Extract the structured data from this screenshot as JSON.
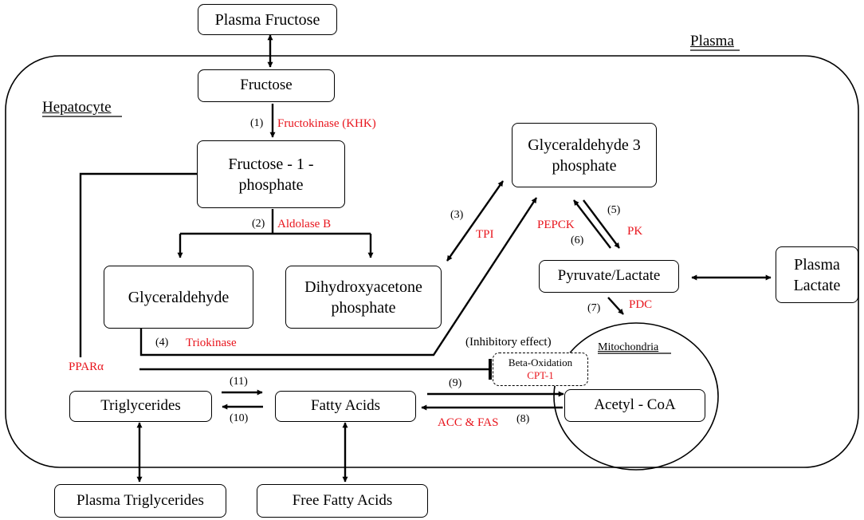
{
  "labels": {
    "plasma": "Plasma",
    "hepatocyte": "Hepatocyte",
    "mitochondria": "Mitochondria",
    "inhibitory": "(Inhibitory effect)"
  },
  "boxes": {
    "plasma_fructose": "Plasma Fructose",
    "fructose": "Fructose",
    "f1p_line1": "Fructose - 1 -",
    "f1p_line2": "phosphate",
    "glyceraldehyde": "Glyceraldehyde",
    "dhap_line1": "Dihydroxyacetone",
    "dhap_line2": "phosphate",
    "g3p_line1": "Glyceraldehyde 3",
    "g3p_line2": "phosphate",
    "pyruvate": "Pyruvate/Lactate",
    "plasma_lactate_line1": "Plasma",
    "plasma_lactate_line2": "Lactate",
    "beta_ox": "Beta-Oxidation",
    "beta_ox_enzyme": "CPT-1",
    "triglycerides": "Triglycerides",
    "fatty_acids": "Fatty Acids",
    "acetyl_coa": "Acetyl - CoA",
    "plasma_tg": "Plasma Triglycerides",
    "ffa": "Free Fatty Acids"
  },
  "steps": {
    "s1": "(1)",
    "s2": "(2)",
    "s3": "(3)",
    "s4": "(4)",
    "s5": "(5)",
    "s6": "(6)",
    "s7": "(7)",
    "s8": "(8)",
    "s9": "(9)",
    "s10": "(10)",
    "s11": "(11)"
  },
  "enzymes": {
    "khk": "Fructokinase (KHK)",
    "aldolase": "Aldolase B",
    "tpi": "TPI",
    "triokinase": "Triokinase",
    "pepck": "PEPCK",
    "pk": "PK",
    "pdc": "PDC",
    "ppar": "PPARα",
    "acc_fas": "ACC & FAS"
  },
  "colors": {
    "enzyme": "#e8141c",
    "line": "#000000"
  }
}
